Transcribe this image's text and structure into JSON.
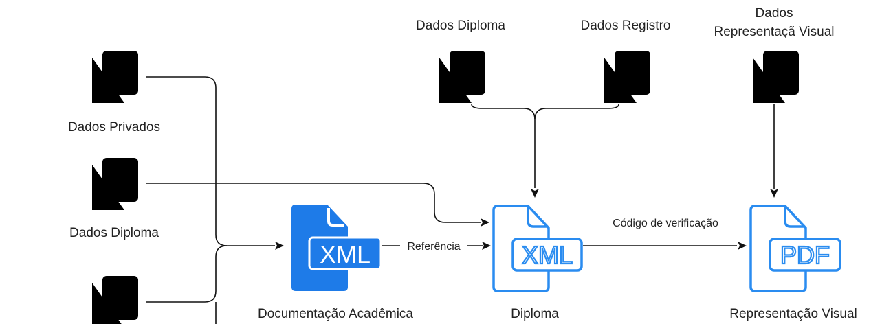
{
  "colors": {
    "outline_blue": "#2a8cf0",
    "filled_blue": "#1e7be8",
    "stroke": "#111111",
    "text": "#222222"
  },
  "icons": {
    "data_stack": "stacked-documents-icon",
    "xml_filled": "xml-file-icon",
    "xml_outline": "xml-file-outline-icon",
    "pdf_outline": "pdf-file-outline-icon"
  },
  "sources": {
    "private_data": "Dados Privados",
    "diploma_data_left": "Dados Diploma",
    "diploma_data_top": "Dados Diploma",
    "registry_data": "Dados Registro",
    "visual_data_line1": "Dados",
    "visual_data_line2": "Representaçã Visual"
  },
  "nodes": {
    "academic_doc": {
      "badge": "XML",
      "label": "Documentação Acadêmica"
    },
    "diploma": {
      "badge": "XML",
      "label": "Diploma"
    },
    "visual": {
      "badge": "PDF",
      "label": "Representação Visual"
    }
  },
  "edges": {
    "reference": "Referência",
    "verification_code": "Código de verificação"
  }
}
